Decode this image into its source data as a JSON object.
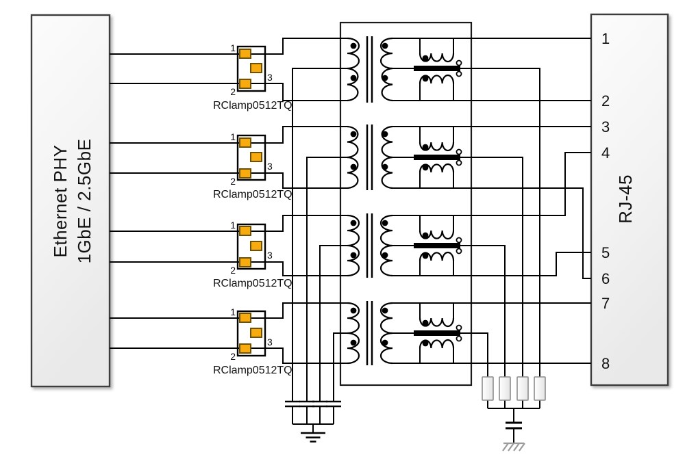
{
  "phy": {
    "line1": "Ethernet PHY",
    "line2": "1GbE / 2.5GbE"
  },
  "rj45": {
    "label": "RJ-45",
    "pin_numbers": [
      "1",
      "2",
      "3",
      "4",
      "5",
      "6",
      "7",
      "8"
    ]
  },
  "protection": {
    "part_label": "RClamp0512TQ",
    "pin1": "1",
    "pin2": "2",
    "pin3": "3"
  },
  "colors": {
    "wire": "#000000",
    "box_border": "#3d3d3d",
    "pad_fill": "#f7ab0f",
    "pad_border": "#6e5200",
    "resistor_border": "#8c8c8c",
    "chassis_ground": "#9b9b9b"
  }
}
